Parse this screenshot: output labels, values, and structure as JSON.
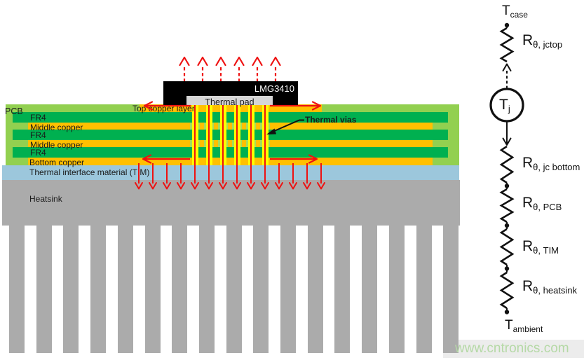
{
  "page": {
    "background": "#ffffff",
    "watermark": {
      "text": "www.cntronics.com",
      "color": "#b5d9a6",
      "box_color": "#ececec"
    }
  },
  "diagram": {
    "chip": {
      "label": "LMG3410",
      "color": "#000000",
      "label_color": "#ffffff"
    },
    "thermal_pad": {
      "label": "Thermal pad",
      "color": "#d6d6d6"
    },
    "pcb": {
      "label": "PCB",
      "color": "#92d050"
    },
    "layers": [
      {
        "name": "top-copper",
        "label": "Top copper layer",
        "color": "#ffc000"
      },
      {
        "name": "fr4-1",
        "label": "FR4",
        "color": "#00b050"
      },
      {
        "name": "middle-copper-1",
        "label": "Middle copper",
        "color": "#ffc000"
      },
      {
        "name": "fr4-2",
        "label": "FR4",
        "color": "#00b050"
      },
      {
        "name": "middle-copper-2",
        "label": "Middle copper",
        "color": "#ffc000"
      },
      {
        "name": "fr4-3",
        "label": "FR4",
        "color": "#00b050"
      },
      {
        "name": "bottom-copper",
        "label": "Bottom copper",
        "color": "#ffc000"
      }
    ],
    "tim": {
      "label": "Thermal interface material (TIM)",
      "color": "#9cc7dc"
    },
    "heatsink": {
      "label": "Heatsink",
      "color": "#ababab",
      "fin_count": 17
    },
    "vias": {
      "label": "Thermal vias",
      "count": 6,
      "color": "#ffff00",
      "clearance_color": "#a6dc5c"
    },
    "heat_arrows": {
      "color": "#ee1111",
      "up_count": 6,
      "down_count": 14
    }
  },
  "circuit": {
    "line_color": "#111111",
    "t_case": {
      "main": "T",
      "sub": "case"
    },
    "t_j": {
      "main": "T",
      "sub": "j"
    },
    "t_ambient": {
      "main": "T",
      "sub": "ambient"
    },
    "resistors": [
      {
        "main": "R",
        "sub": "θ, jctop"
      },
      {
        "main": "R",
        "sub": "θ, jc bottom"
      },
      {
        "main": "R",
        "sub": "θ, PCB"
      },
      {
        "main": "R",
        "sub": "θ, TIM"
      },
      {
        "main": "R",
        "sub": "θ, heatsink"
      }
    ]
  }
}
